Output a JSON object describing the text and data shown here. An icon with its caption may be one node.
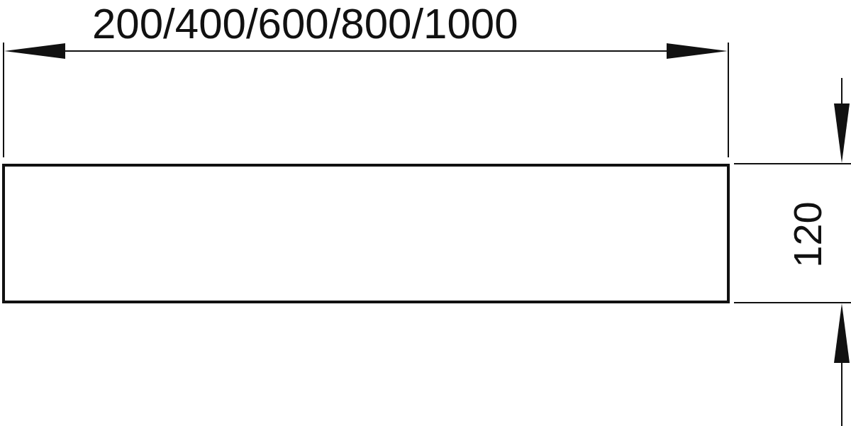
{
  "diagram": {
    "nodes": [
      {
        "text": [],
        "shape": "box"
      }
    ],
    "labels": [
      "200/400/600/800/1000",
      "120"
    ]
  }
}
